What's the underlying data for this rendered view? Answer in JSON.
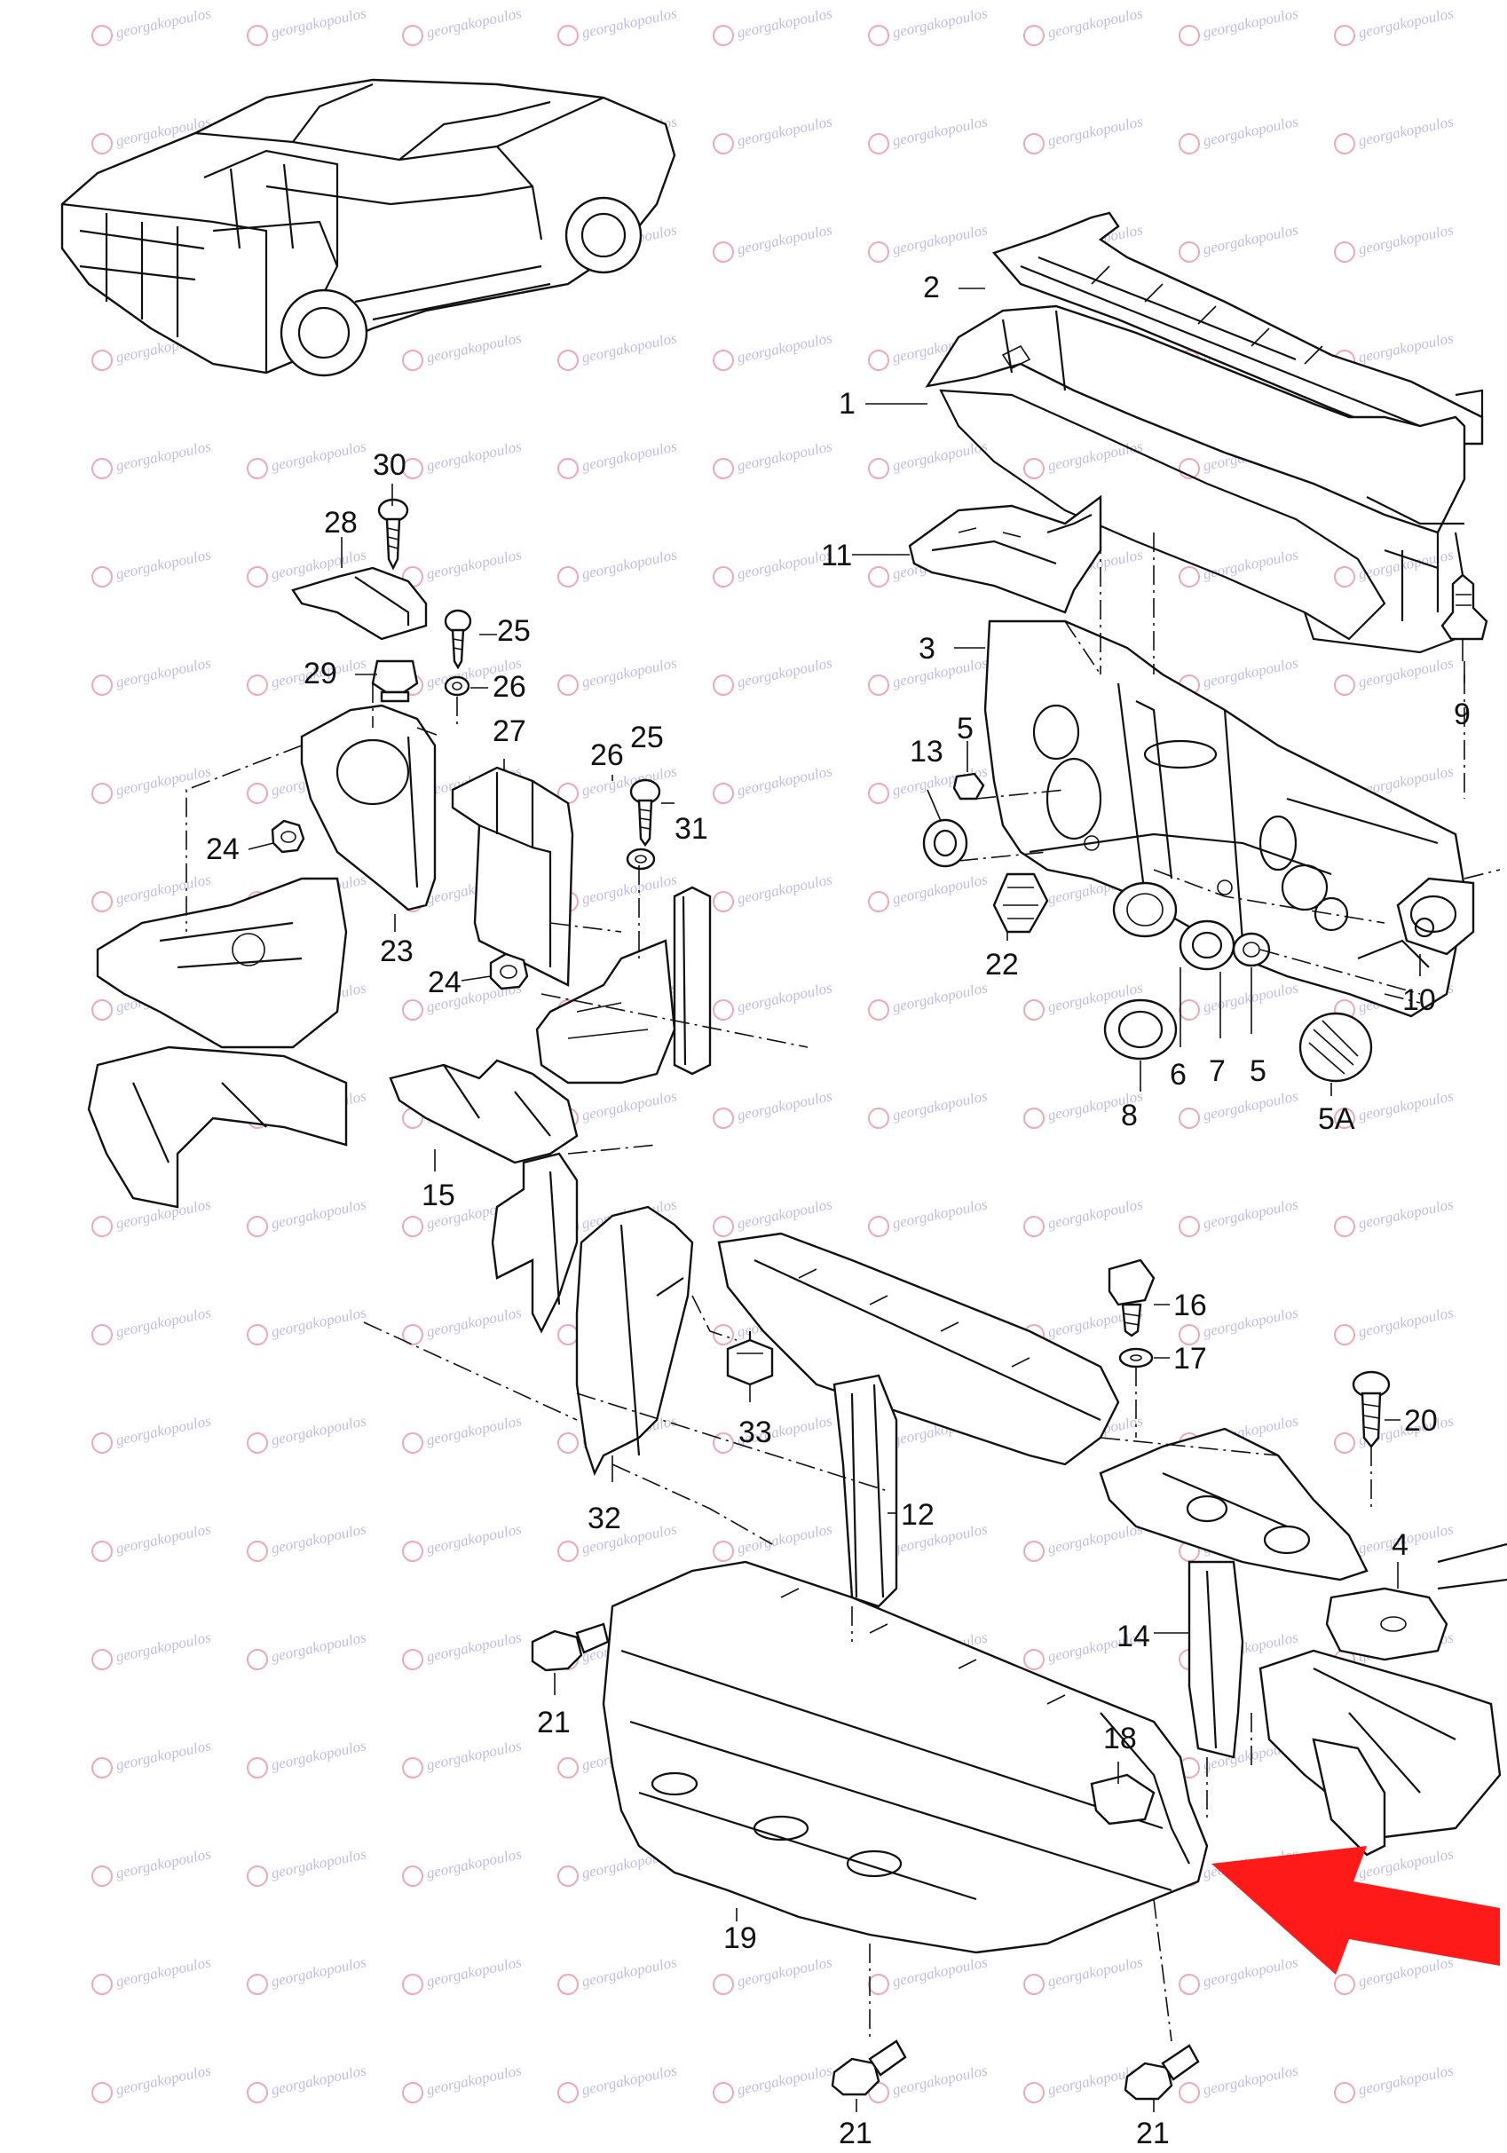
{
  "diagram": {
    "watermark_text": "georgakopoulos",
    "callouts": [
      {
        "id": "c2",
        "label": "2"
      },
      {
        "id": "c1",
        "label": "1"
      },
      {
        "id": "c11",
        "label": "11"
      },
      {
        "id": "c3",
        "label": "3"
      },
      {
        "id": "c9",
        "label": "9"
      },
      {
        "id": "c5a",
        "label": "5"
      },
      {
        "id": "c13",
        "label": "13"
      },
      {
        "id": "c22",
        "label": "22"
      },
      {
        "id": "c8",
        "label": "8"
      },
      {
        "id": "c6",
        "label": "6"
      },
      {
        "id": "c7",
        "label": "7"
      },
      {
        "id": "c5b",
        "label": "5"
      },
      {
        "id": "c5A",
        "label": "5A"
      },
      {
        "id": "c10",
        "label": "10"
      },
      {
        "id": "c30",
        "label": "30"
      },
      {
        "id": "c28",
        "label": "28"
      },
      {
        "id": "c25a",
        "label": "25"
      },
      {
        "id": "c29",
        "label": "29"
      },
      {
        "id": "c26a",
        "label": "26"
      },
      {
        "id": "c27",
        "label": "27"
      },
      {
        "id": "c26b",
        "label": "26"
      },
      {
        "id": "c25b",
        "label": "25"
      },
      {
        "id": "c31",
        "label": "31"
      },
      {
        "id": "c24a",
        "label": "24"
      },
      {
        "id": "c23",
        "label": "23"
      },
      {
        "id": "c24b",
        "label": "24"
      },
      {
        "id": "c15",
        "label": "15"
      },
      {
        "id": "c33",
        "label": "33"
      },
      {
        "id": "c32",
        "label": "32"
      },
      {
        "id": "c16",
        "label": "16"
      },
      {
        "id": "c17",
        "label": "17"
      },
      {
        "id": "c20",
        "label": "20"
      },
      {
        "id": "c12",
        "label": "12"
      },
      {
        "id": "c4",
        "label": "4"
      },
      {
        "id": "c14",
        "label": "14"
      },
      {
        "id": "c18",
        "label": "18"
      },
      {
        "id": "c21a",
        "label": "21"
      },
      {
        "id": "c19",
        "label": "19"
      },
      {
        "id": "c21b",
        "label": "21"
      },
      {
        "id": "c21c",
        "label": "21"
      }
    ],
    "colors": {
      "line": "#111111",
      "background": "#ffffff",
      "arrow": "#ff1a1a",
      "watermark": "#9a8fd0",
      "watermark_logo": "#e0607a"
    }
  }
}
